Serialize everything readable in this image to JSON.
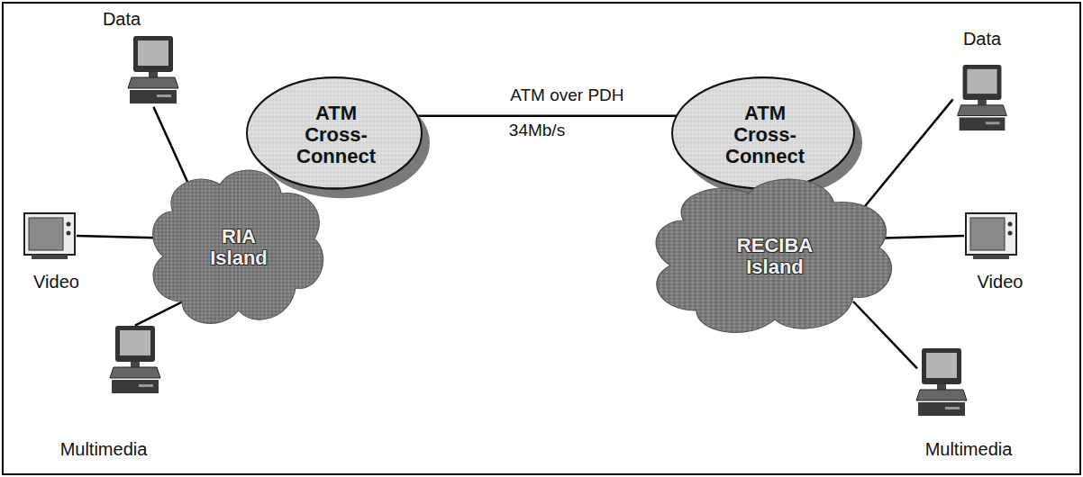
{
  "diagram": {
    "nodes": [
      {
        "text": [
          "Data"
        ]
      },
      {
        "text": [
          "Video"
        ]
      },
      {
        "text": [
          "Multimedia"
        ]
      },
      {
        "text": [
          "RIA Island"
        ]
      },
      {
        "text": [
          "ATM Cross-Connect"
        ]
      },
      {
        "text": [
          "ATM Cross-Connect"
        ]
      },
      {
        "text": [
          "RECIBA Island"
        ]
      },
      {
        "text": [
          "Data"
        ]
      },
      {
        "text": [
          "Video"
        ]
      },
      {
        "text": [
          "Multimedia"
        ]
      }
    ],
    "edges": [
      {
        "from": 0,
        "to": 3,
        "arrow": "none"
      },
      {
        "from": 1,
        "to": 3,
        "arrow": "none"
      },
      {
        "from": 2,
        "to": 3,
        "arrow": "none"
      },
      {
        "from": 4,
        "to": 5,
        "label": "ATM over PDH",
        "arrow": "none"
      },
      {
        "from": 6,
        "to": 7,
        "arrow": "none"
      },
      {
        "from": 6,
        "to": 8,
        "arrow": "none"
      },
      {
        "from": 6,
        "to": 9,
        "arrow": "none"
      }
    ],
    "labels": [
      "34Mb/s"
    ]
  }
}
